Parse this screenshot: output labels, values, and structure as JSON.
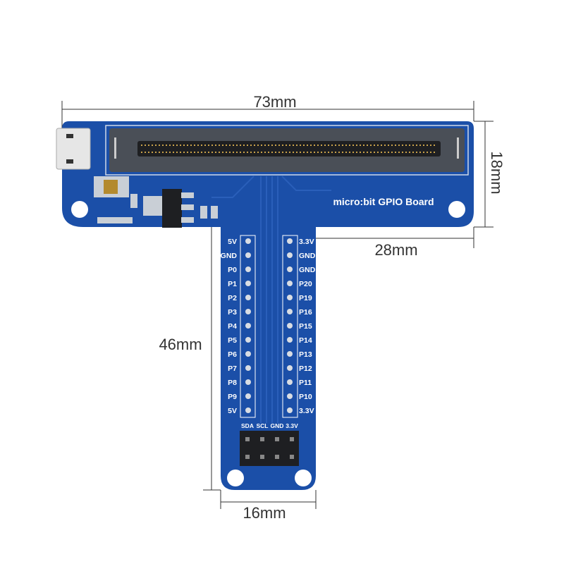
{
  "board": {
    "title": "micro:bit GPIO Board",
    "color": "#1b4fa8",
    "left_pins": [
      "5V",
      "GND",
      "P0",
      "P1",
      "P2",
      "P3",
      "P4",
      "P5",
      "P6",
      "P7",
      "P8",
      "P9",
      "5V"
    ],
    "right_pins": [
      "3.3V",
      "GND",
      "GND",
      "P20",
      "P19",
      "P16",
      "P15",
      "P14",
      "P13",
      "P12",
      "P11",
      "P10",
      "3.3V"
    ],
    "i2c_header": [
      "SDA",
      "SCL",
      "GND",
      "3.3V"
    ]
  },
  "dimensions": {
    "width": "73mm",
    "height": "18mm",
    "side": "28mm",
    "stem_length": "46mm",
    "stem_width": "16mm"
  }
}
